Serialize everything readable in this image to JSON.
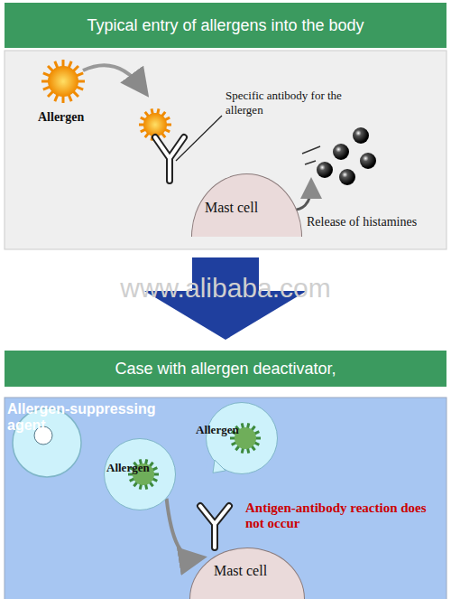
{
  "diagram": {
    "nodes": [
      {
        "text": [
          "Typical entry of allergens into the body"
        ]
      },
      {
        "text": [
          "Mast cell"
        ]
      },
      {
        "text": [
          "Case with allergen deactivator,"
        ]
      },
      {
        "text": [
          "Allergen"
        ]
      },
      {
        "text": [
          "Allergen"
        ]
      },
      {
        "text": [
          "Mast cell"
        ]
      }
    ],
    "edges": [
      {
        "from": 3,
        "to": 5,
        "arrow": "to"
      }
    ],
    "labels": [
      "Allergen",
      "Specific antibody for the allergen",
      "Release of histamines",
      "www.alibaba.com",
      "Allergen-suppressing agent",
      "Antigen-antibody reaction does not occur"
    ]
  }
}
